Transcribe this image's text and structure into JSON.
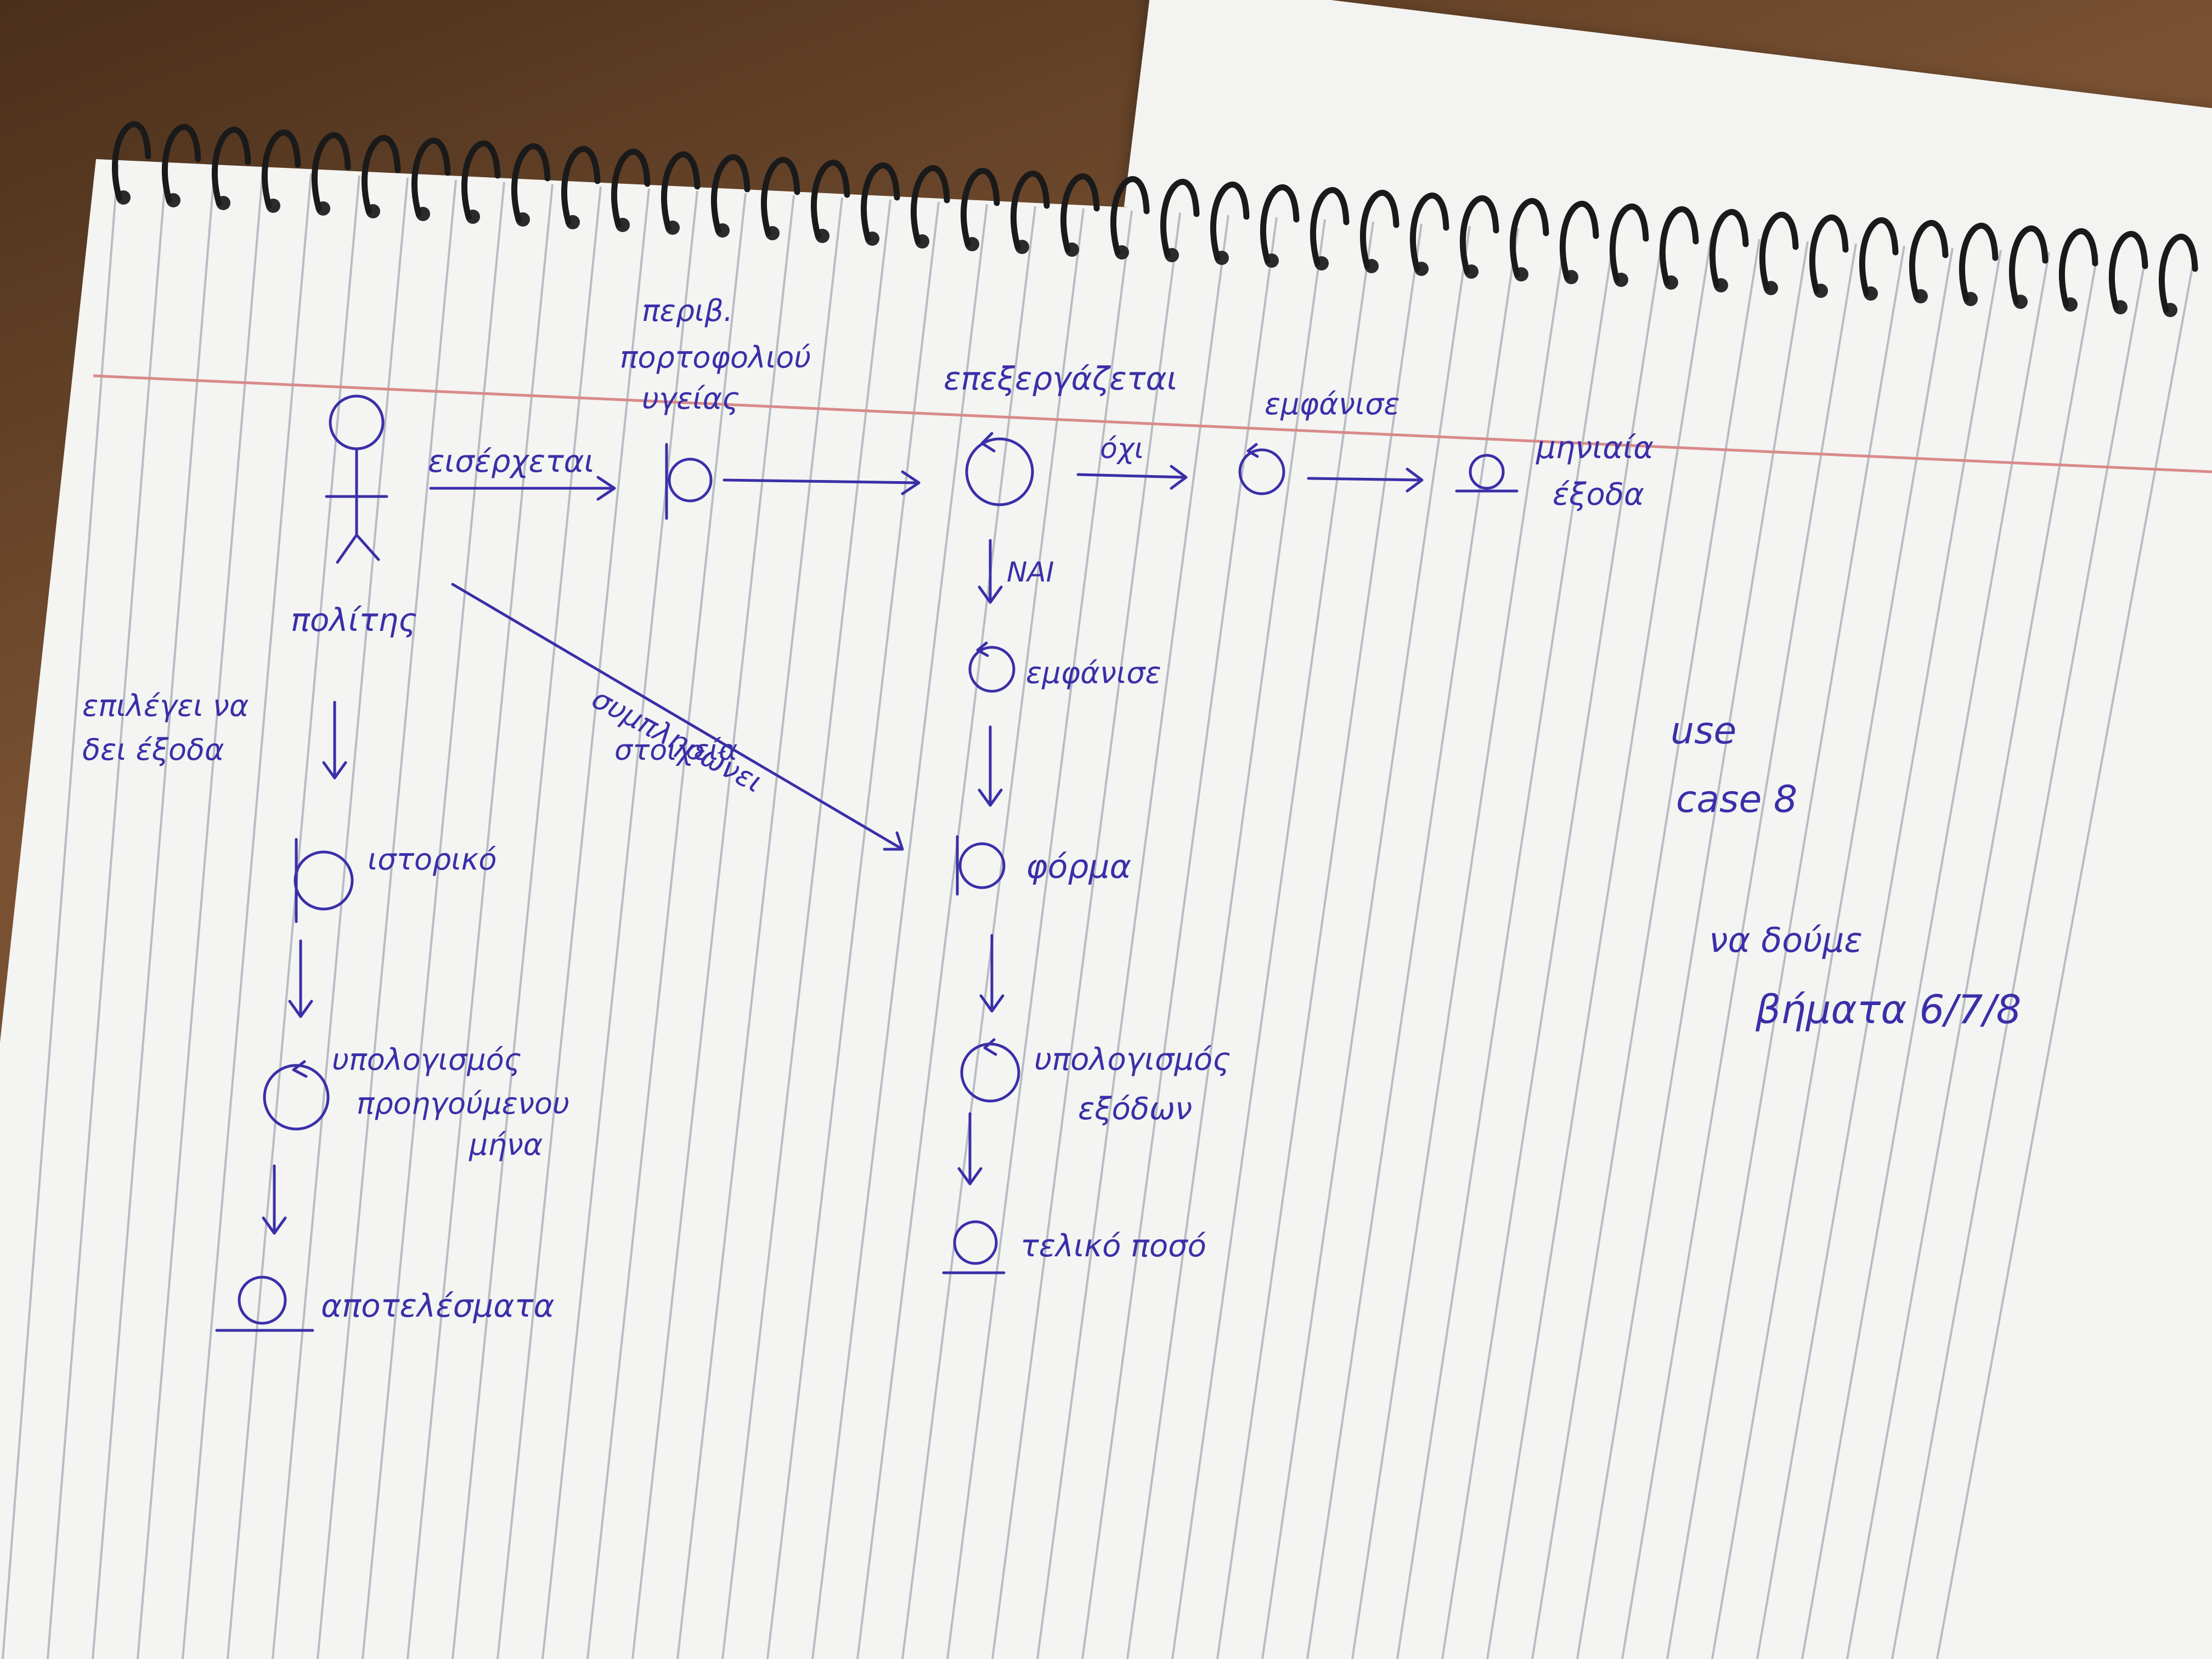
{
  "labels": {
    "actor": "πολίτης",
    "enters": "εισέρχεται",
    "boundary_portfolio_l1": "περιβ.",
    "boundary_portfolio_l2": "πορτοφολιού",
    "boundary_portfolio_l3": "υγείας",
    "processes": "επεξεργάζεται",
    "no": "όχι",
    "yes": "ΝΑΙ",
    "shows_top": "εμφάνισε",
    "monthly_l1": "μηνιαία",
    "monthly_l2": "έξοδα",
    "shows_mid": "εμφάνισε",
    "fills_l1": "συμπληρώνει",
    "fills_l2": "στοιχεία",
    "form": "φόρμα",
    "calc_expenses_l1": "υπολογισμός",
    "calc_expenses_l2": "εξόδων",
    "final_amount": "τελικό ποσό",
    "choose_l1": "επιλέγει να",
    "choose_l2": "δει έξοδα",
    "history": "ιστορικό",
    "calc_prev_l1": "υπολογισμός",
    "calc_prev_l2": "προηγούμενου",
    "calc_prev_l3": "μήνα",
    "results": "αποτελέσματα",
    "use_case_l1": "use",
    "use_case_l2": "case 8",
    "see_steps_l1": "να δούμε",
    "see_steps_l2": "βήματα 6/7/8"
  },
  "colors": {
    "ink": "#3a2fa8",
    "paper": "#f4f4f2",
    "rule_line": "#b9bcc4",
    "margin_line": "#d98a8a",
    "spiral": "#1a1a1a"
  }
}
